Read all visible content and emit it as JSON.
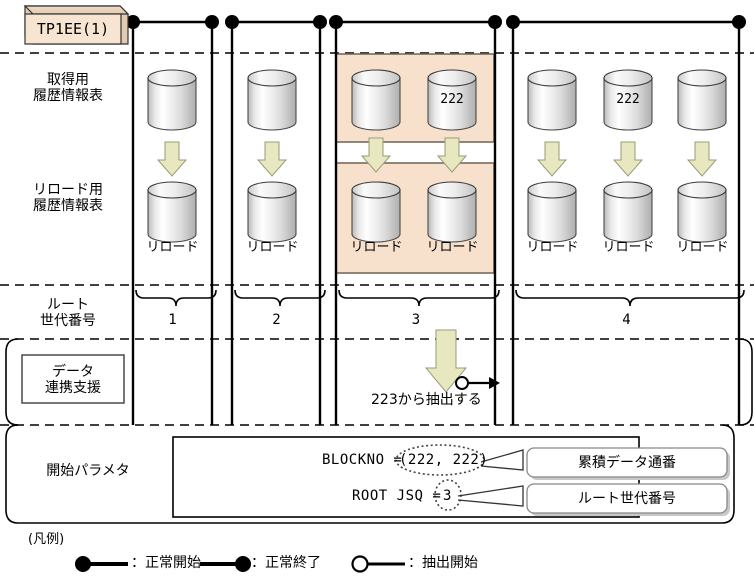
{
  "diagram": {
    "title_box": {
      "label": "TP1EE(1)"
    },
    "row_labels": {
      "acquire": "取得用\n履歴情報表",
      "reload": "リロード用\n履歴情報表",
      "generation": "ルート\n世代番号",
      "start_param": "開始パラメタ"
    },
    "data_link_box": {
      "label": "データ\n連携支援"
    },
    "groups": [
      {
        "generation": "1",
        "cylinders": 1,
        "highlight": false,
        "top_values": [
          ""
        ],
        "reload_labels": [
          "リロード"
        ]
      },
      {
        "generation": "2",
        "cylinders": 1,
        "highlight": false,
        "top_values": [
          ""
        ],
        "reload_labels": [
          "リロード"
        ]
      },
      {
        "generation": "3",
        "cylinders": 2,
        "highlight": true,
        "top_values": [
          "",
          "222"
        ],
        "reload_labels": [
          "リロード",
          "リロード"
        ]
      },
      {
        "generation": "4",
        "cylinders": 3,
        "highlight": false,
        "top_values": [
          "",
          "222",
          ""
        ],
        "reload_labels": [
          "リロード",
          "リロード",
          "リロード"
        ]
      }
    ],
    "extract_note": "223から抽出する",
    "param_box": {
      "lines": [
        {
          "key": "BLOCKNO = ",
          "value": "(222, 222)"
        },
        {
          "key": "ROOT JSQ = ",
          "value": "3"
        }
      ],
      "callouts": [
        "累積データ通番",
        "ルート世代番号"
      ]
    },
    "legend": {
      "title": "(凡例)",
      "items": [
        {
          "marker": "filled-circle-left",
          "label": "：正常開始"
        },
        {
          "marker": "filled-circle-right",
          "label": "：正常終了"
        },
        {
          "marker": "open-circle-left",
          "label": "：抽出開始"
        }
      ]
    },
    "colors": {
      "highlight_bg": "#F7E0CC",
      "highlight_border": "#7A6A5A",
      "box_fill": "#F7E5D2",
      "box_side": "#DCC4A8",
      "arrow_fill": "#E8E8C0",
      "arrow_stroke": "#999977",
      "cylinder_light": "#FFFFFF",
      "cylinder_dark": "#B8B8B8",
      "line": "#000000"
    }
  }
}
